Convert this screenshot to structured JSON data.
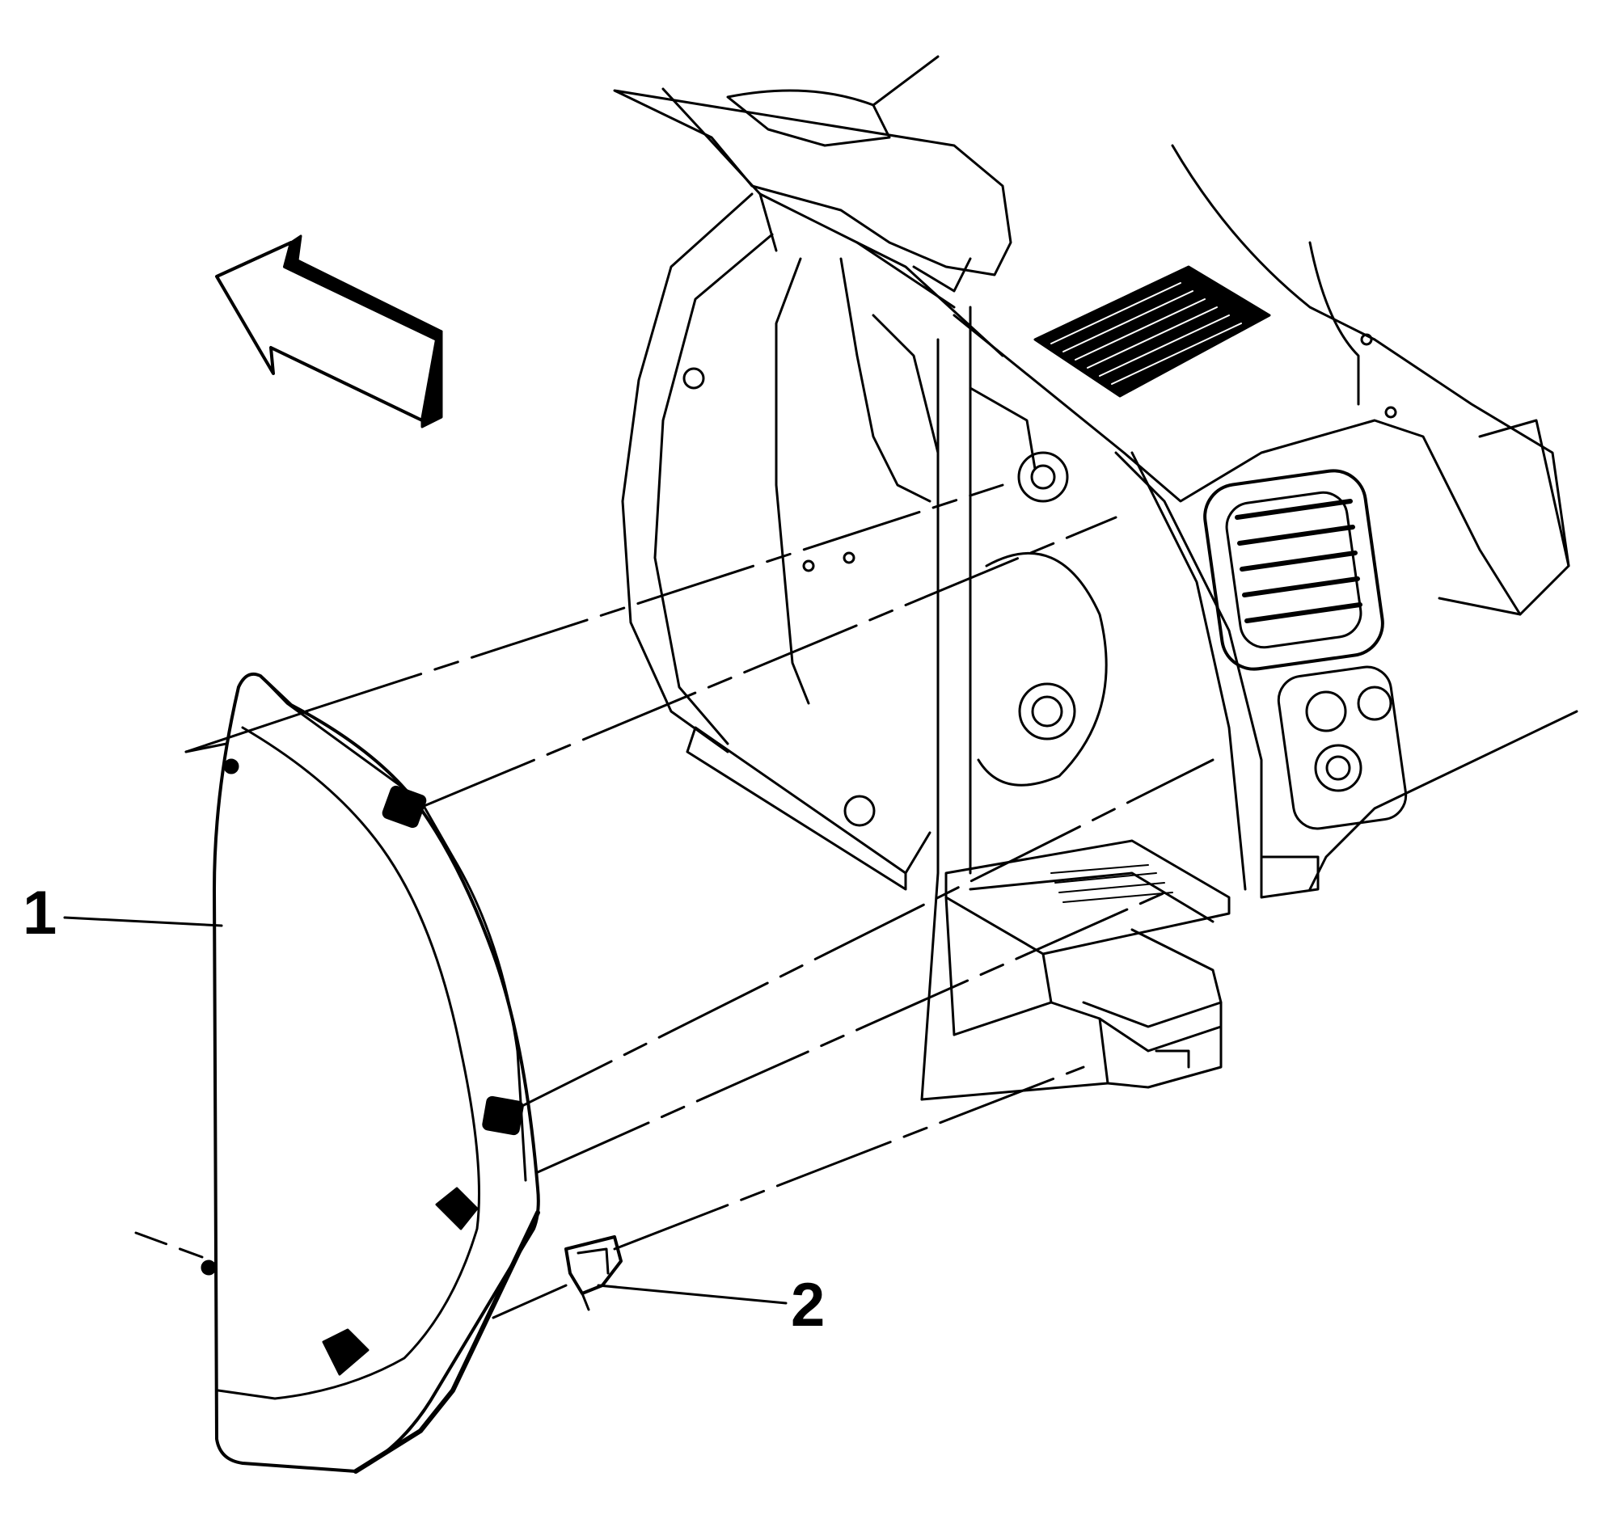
{
  "callouts": [
    {
      "label": "1",
      "part": "trim-panel"
    },
    {
      "label": "2",
      "part": "retainer-clip"
    }
  ],
  "colors": {
    "stroke": "#000000",
    "background": "#ffffff"
  },
  "icons": {
    "direction_arrow": "front-direction-arrow-icon"
  }
}
